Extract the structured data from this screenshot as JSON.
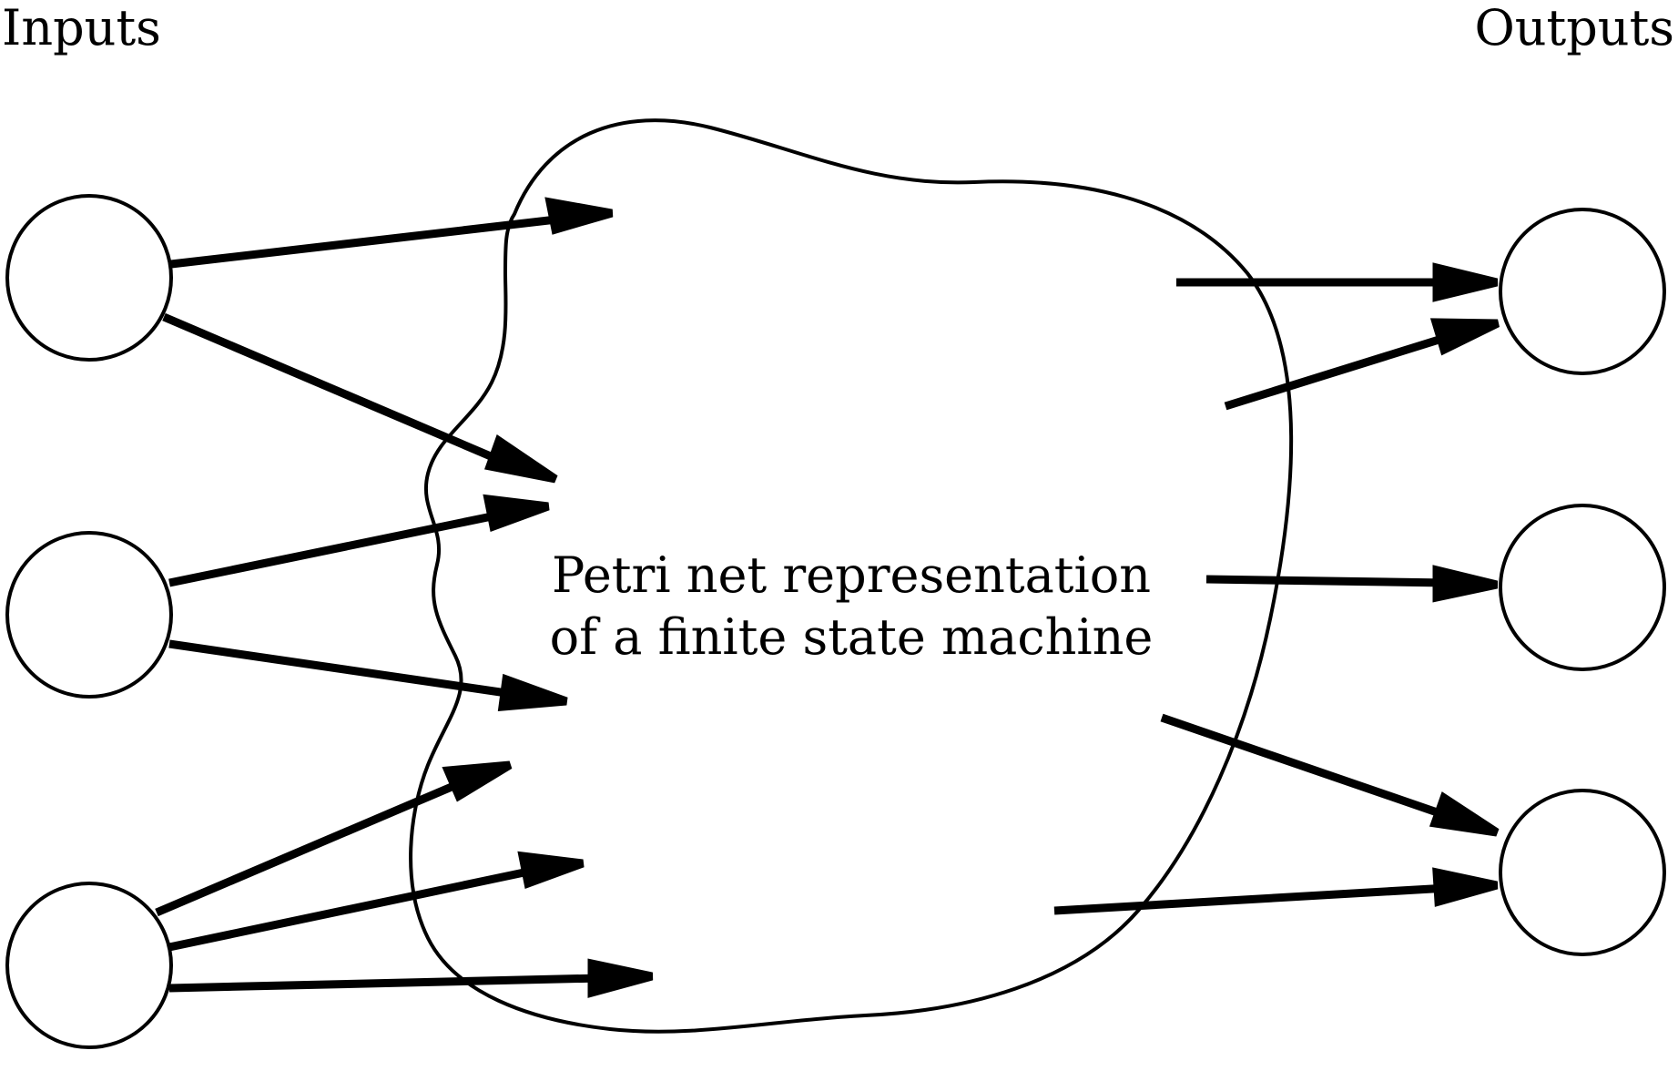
{
  "labels": {
    "inputs": "Inputs",
    "outputs": "Outputs"
  },
  "center": {
    "line1": "Petri net representation",
    "line2": "of a finite state machine"
  }
}
